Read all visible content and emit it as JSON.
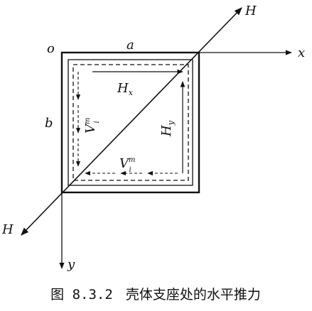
{
  "labels": {
    "origin": "o",
    "side_a": "a",
    "side_b": "b",
    "axis_x": "x",
    "axis_y": "y",
    "thrust_top": "H",
    "thrust_bottom": "H",
    "hx_main": "H",
    "hx_sub": "x",
    "hy_main": "H",
    "hy_sub": "y",
    "v_left_main": "V",
    "v_left_sup": "m",
    "v_left_sub": "i",
    "v_bottom_main": "V",
    "v_bottom_sup": "m",
    "v_bottom_sub": "i"
  },
  "caption": {
    "number": "图 8.3.2",
    "text": "壳体支座处的水平推力"
  },
  "colors": {
    "stroke": "#111111",
    "background": "#ffffff"
  }
}
